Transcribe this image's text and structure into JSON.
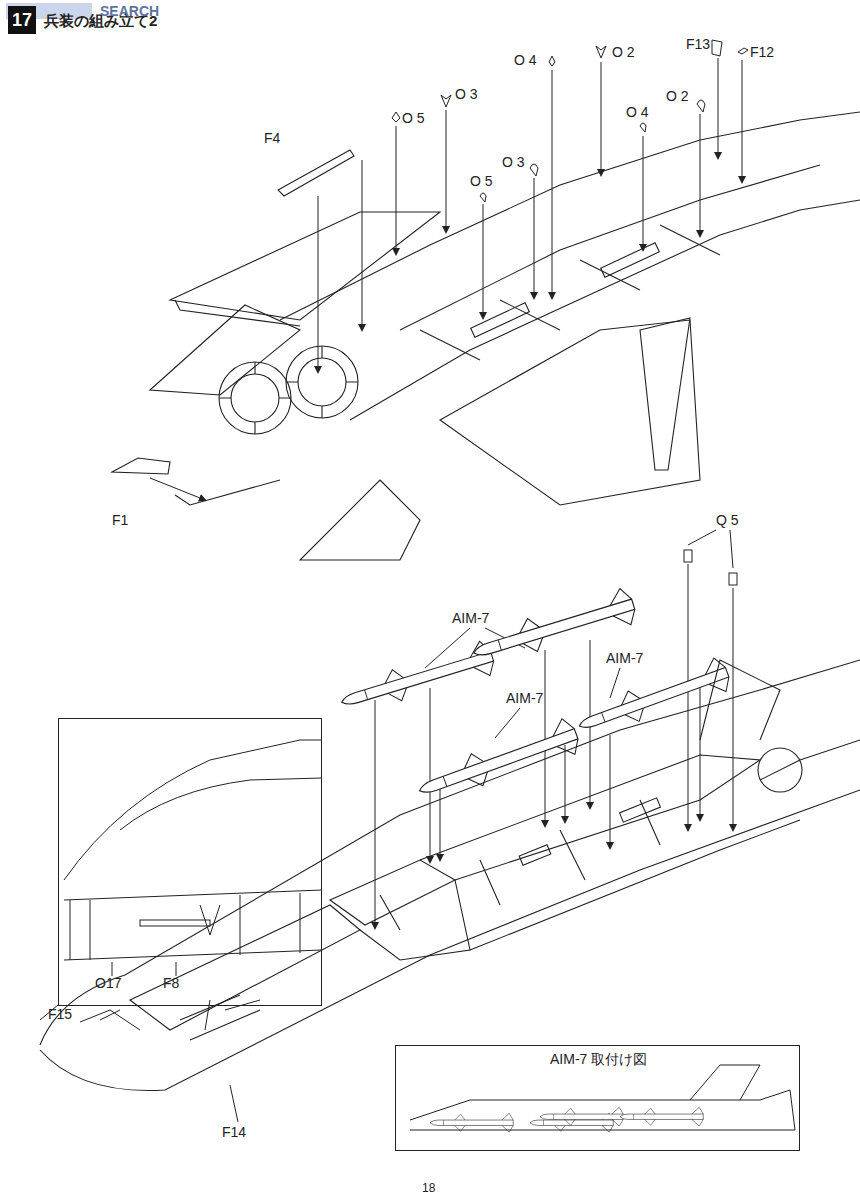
{
  "diagram": {
    "title": "兵装の組み立て2",
    "nodes": [
      {
        "text": [
          "17"
        ]
      },
      {
        "text": [
          "O17",
          "F8"
        ]
      },
      {
        "text": [
          "AIM-7 取付け図"
        ]
      }
    ],
    "labels": [
      "SEARCH",
      "F4",
      "O 5",
      "O 3",
      "O 4",
      "O 2",
      "F13",
      "F12",
      "O 3",
      "O 5",
      "O 4",
      "O 2",
      "F1",
      "Q 5",
      "AIM-7",
      "AIM-7",
      "AIM-7",
      "F15",
      "F14",
      "18"
    ]
  }
}
